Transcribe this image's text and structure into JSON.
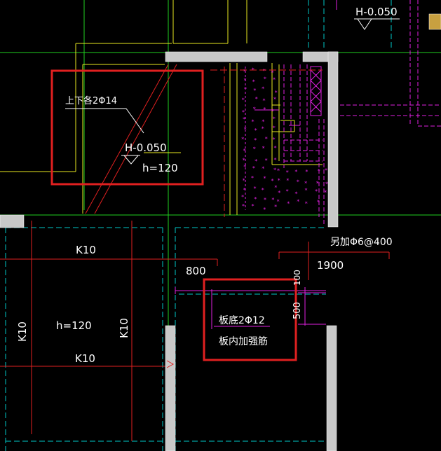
{
  "labels": {
    "h_top_right": "H-0.050",
    "top_bottom_bars": "上下各2Φ14",
    "h_mid": "H-0.050",
    "h120_top": "h=120",
    "extra_rebar": "另加Φ6@400",
    "k10_top": "K10",
    "dim_800": "800",
    "dim_1900": "1900",
    "dim_100": "100",
    "dim_500": "500",
    "slab_bottom": "板底2Φ12",
    "slab_inner": "板内加强筋",
    "k10_left": "K10",
    "h120_bottom": "h=120",
    "k10_right": "K10",
    "k10_bottom": "K10"
  },
  "colors": {
    "background": "#000000",
    "wall": "#c8c8c8",
    "highlight": "#e02020",
    "green": "#20e020",
    "cyan": "#00c8c8",
    "magenta": "#e020e0",
    "yellow": "#e8e820"
  }
}
